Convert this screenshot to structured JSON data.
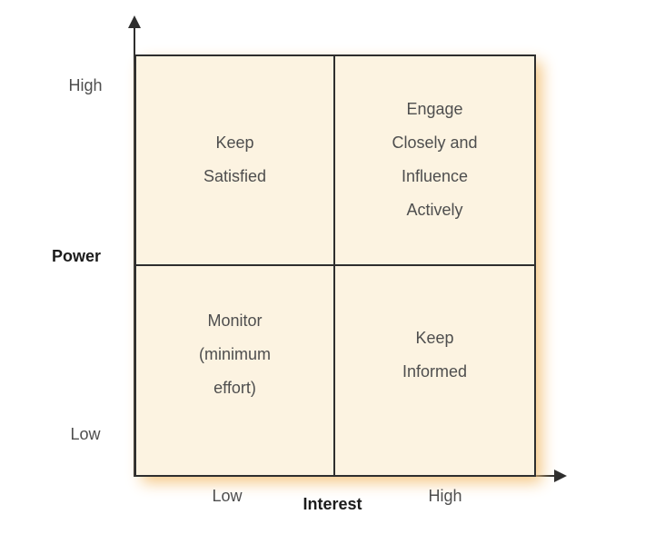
{
  "matrix": {
    "quadrants": {
      "top_left": "Keep\nSatisfied",
      "top_right": "Engage\nClosely and\nInfluence\nActively",
      "bottom_left": "Monitor\n(minimum\neffort)",
      "bottom_right": "Keep\nInformed"
    },
    "fill_color": "#fcf3e1",
    "border_color": "#2e2e2e",
    "shadow_color": "#f5c784"
  },
  "y_axis": {
    "label": "Power",
    "top_tick": "High",
    "bottom_tick": "Low"
  },
  "x_axis": {
    "label": "Interest",
    "left_tick": "Low",
    "right_tick": "High"
  }
}
